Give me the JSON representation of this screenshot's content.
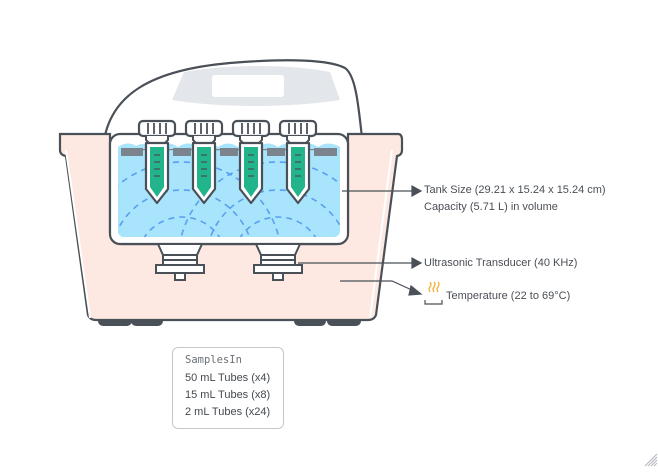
{
  "diagram": {
    "title": "Ultrasonic Bath Schematic",
    "tube_count": 4,
    "transducer_count": 2
  },
  "annotations": {
    "tank_size": "Tank Size (29.21 x 15.24 x 15.24 cm)",
    "capacity": "Capacity (5.71 L) in volume",
    "transducer": "Ultrasonic Transducer (40 KHz)",
    "temperature": "Temperature (22 to 69°C)",
    "temperature_icon": "heat-icon"
  },
  "samples": {
    "title": "SamplesIn",
    "items": [
      "50 mL Tubes (x4)",
      "15 mL Tubes (x8)",
      "2 mL Tubes (x24)"
    ]
  },
  "colors": {
    "outline": "#4a5057",
    "housing_fill": "#fde9e2",
    "water_fill": "#a8e4fb",
    "wave_stroke": "#5a9ff0",
    "tube_fill": "#22b58b",
    "lid_panel": "#e3e6ea",
    "rack_bar": "#7b838c",
    "heat_icon": "#f5a623"
  }
}
